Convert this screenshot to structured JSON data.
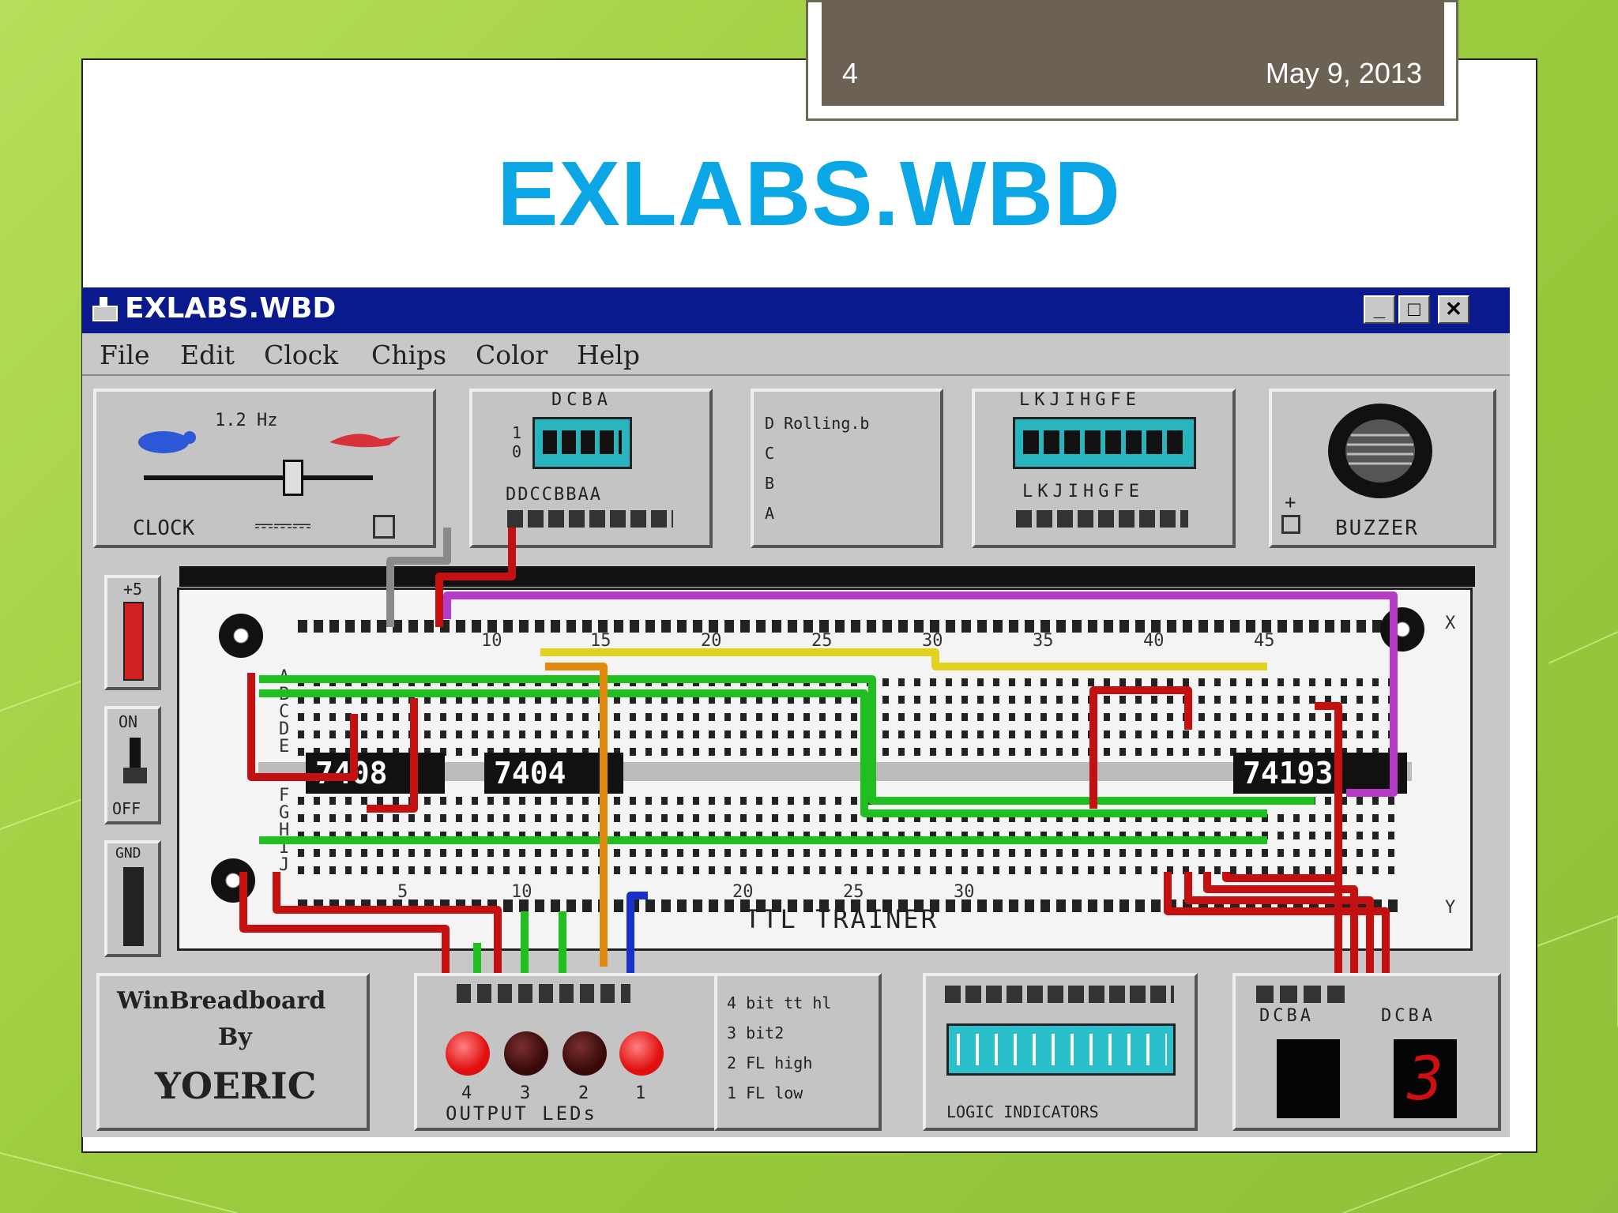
{
  "slide": {
    "number": "4",
    "date": "May 9, 2013",
    "title": "EXLABS.WBD"
  },
  "app": {
    "window_title": "EXLABS.WBD",
    "window_buttons": [
      "_",
      "□",
      "✕"
    ],
    "menu": [
      "File",
      "Edit",
      "Clock",
      "Chips",
      "Color",
      "Help"
    ],
    "clock_panel": {
      "freq": "1.2 Hz",
      "label": "CLOCK",
      "wave": "⎓⎓⎓"
    },
    "switch_panel": {
      "top_letters": "DCBA",
      "bottom_letters": "DDCCBBAA",
      "side": [
        "1",
        "0"
      ]
    },
    "display_panel": {
      "rows": [
        "D  Rolling.b",
        "C",
        "B",
        "A"
      ]
    },
    "switch_panel2": {
      "top_letters": "LKJIHGFE",
      "bottom_letters": "LKJIHGFE"
    },
    "buzzer_panel": {
      "label": "BUZZER",
      "plus": "+"
    },
    "power_panel": {
      "label": "+5"
    },
    "onoff_panel": {
      "on": "ON",
      "off": "OFF"
    },
    "gnd_panel": {
      "label": "GND"
    },
    "breadboard": {
      "chips": [
        "7408",
        "7404",
        "74193"
      ],
      "top_numbers": [
        "10",
        "15",
        "20",
        "25",
        "30",
        "35",
        "40",
        "45"
      ],
      "bottom_numbers": [
        "5",
        "10",
        "20",
        "25",
        "30"
      ],
      "row_labels_top": [
        "A",
        "B",
        "C",
        "D",
        "E"
      ],
      "row_labels_bottom": [
        "F",
        "G",
        "H",
        "I",
        "J"
      ],
      "x_label": "X",
      "y_label": "Y",
      "name": "TTL TRAINER"
    },
    "logo_panel": {
      "line1": "WinBreadboard",
      "line2": "By",
      "line3": "YOERIC"
    },
    "leds_panel": {
      "label": "OUTPUT LEDs",
      "numbers": [
        "4",
        "3",
        "2",
        "1"
      ],
      "states": [
        "on",
        "off",
        "off",
        "on"
      ]
    },
    "notes_panel": {
      "lines": [
        "4 bit tt hl",
        "3 bit2",
        "2 FL high",
        "1 FL low"
      ]
    },
    "logic_panel": {
      "label": "LOGIC INDICATORS"
    },
    "seg_panel": {
      "letters_left": "DCBA",
      "letters_right": "DCBA",
      "digit": "3"
    },
    "colors": {
      "accent": "#0aa6e6",
      "wire_red": "#c41010",
      "wire_green": "#1fbf1f",
      "wire_purple": "#b63cc8",
      "wire_yellow": "#e2d21e",
      "wire_orange": "#e08a10",
      "wire_blue": "#1a2fd0"
    }
  }
}
